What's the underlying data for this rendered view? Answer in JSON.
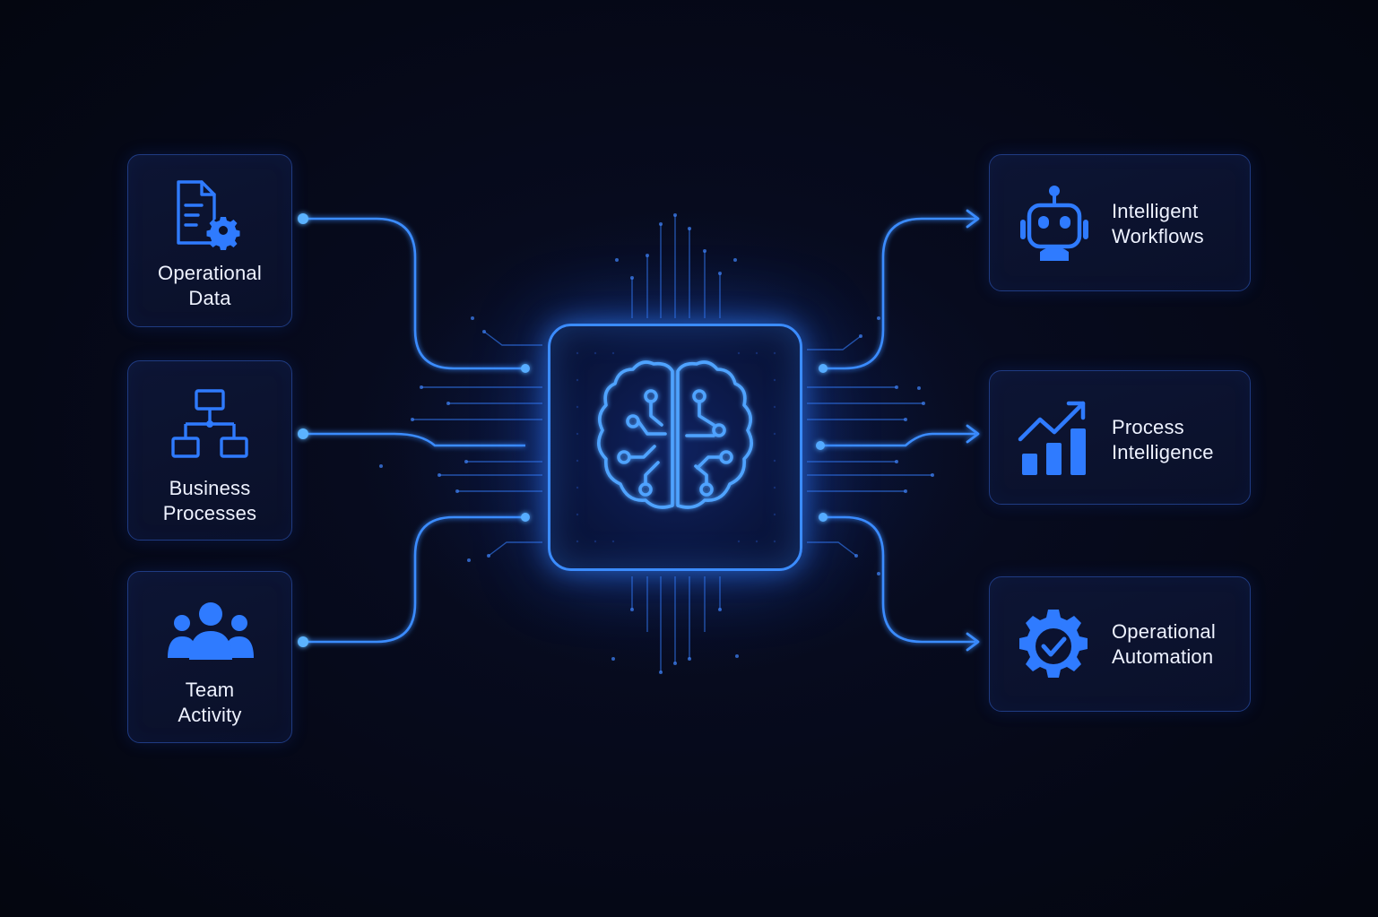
{
  "diagram": {
    "inputs": [
      {
        "id": "operational-data",
        "label_line1": "Operational",
        "label_line2": "Data",
        "icon": "document-gear-icon"
      },
      {
        "id": "business-processes",
        "label_line1": "Business",
        "label_line2": "Processes",
        "icon": "flowchart-icon"
      },
      {
        "id": "team-activity",
        "label_line1": "Team",
        "label_line2": "Activity",
        "icon": "team-people-icon"
      }
    ],
    "core": {
      "icon": "ai-brain-circuit-icon"
    },
    "outputs": [
      {
        "id": "intelligent-workflows",
        "label_line1": "Intelligent",
        "label_line2": "Workflows",
        "icon": "robot-icon"
      },
      {
        "id": "process-intelligence",
        "label_line1": "Process",
        "label_line2": "Intelligence",
        "icon": "growth-chart-icon"
      },
      {
        "id": "operational-automation",
        "label_line1": "Operational",
        "label_line2": "Automation",
        "icon": "gear-check-icon"
      }
    ]
  },
  "colors": {
    "background": "#050816",
    "accent": "#3b8cff",
    "accent_glow": "#4aa8ff",
    "card_border": "#1f3b82",
    "text": "#eef2ff"
  }
}
